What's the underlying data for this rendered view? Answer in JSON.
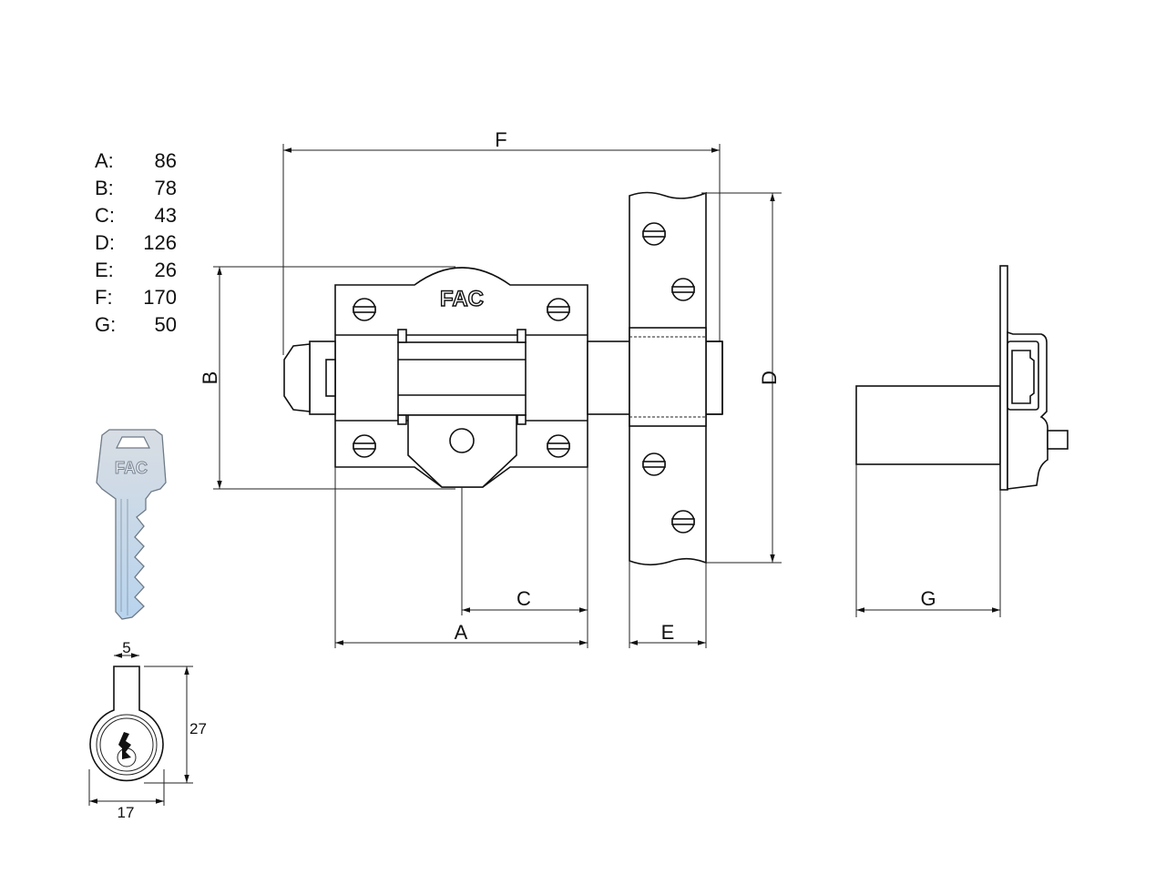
{
  "legend": [
    {
      "letter": "A:",
      "value": "86"
    },
    {
      "letter": "B:",
      "value": "78"
    },
    {
      "letter": "C:",
      "value": "43"
    },
    {
      "letter": "D:",
      "value": "126"
    },
    {
      "letter": "E:",
      "value": "26"
    },
    {
      "letter": "F:",
      "value": "170"
    },
    {
      "letter": "G:",
      "value": "50"
    }
  ],
  "dimension_labels": {
    "A": "A",
    "B": "B",
    "C": "C",
    "D": "D",
    "E": "E",
    "F": "F",
    "G": "G"
  },
  "brand_logo": "FAC",
  "cylinder_profile": {
    "stem_width": "5",
    "height": "27",
    "diameter": "17"
  },
  "colors": {
    "line": "#111111",
    "key_fill": "#c9d9ea"
  }
}
